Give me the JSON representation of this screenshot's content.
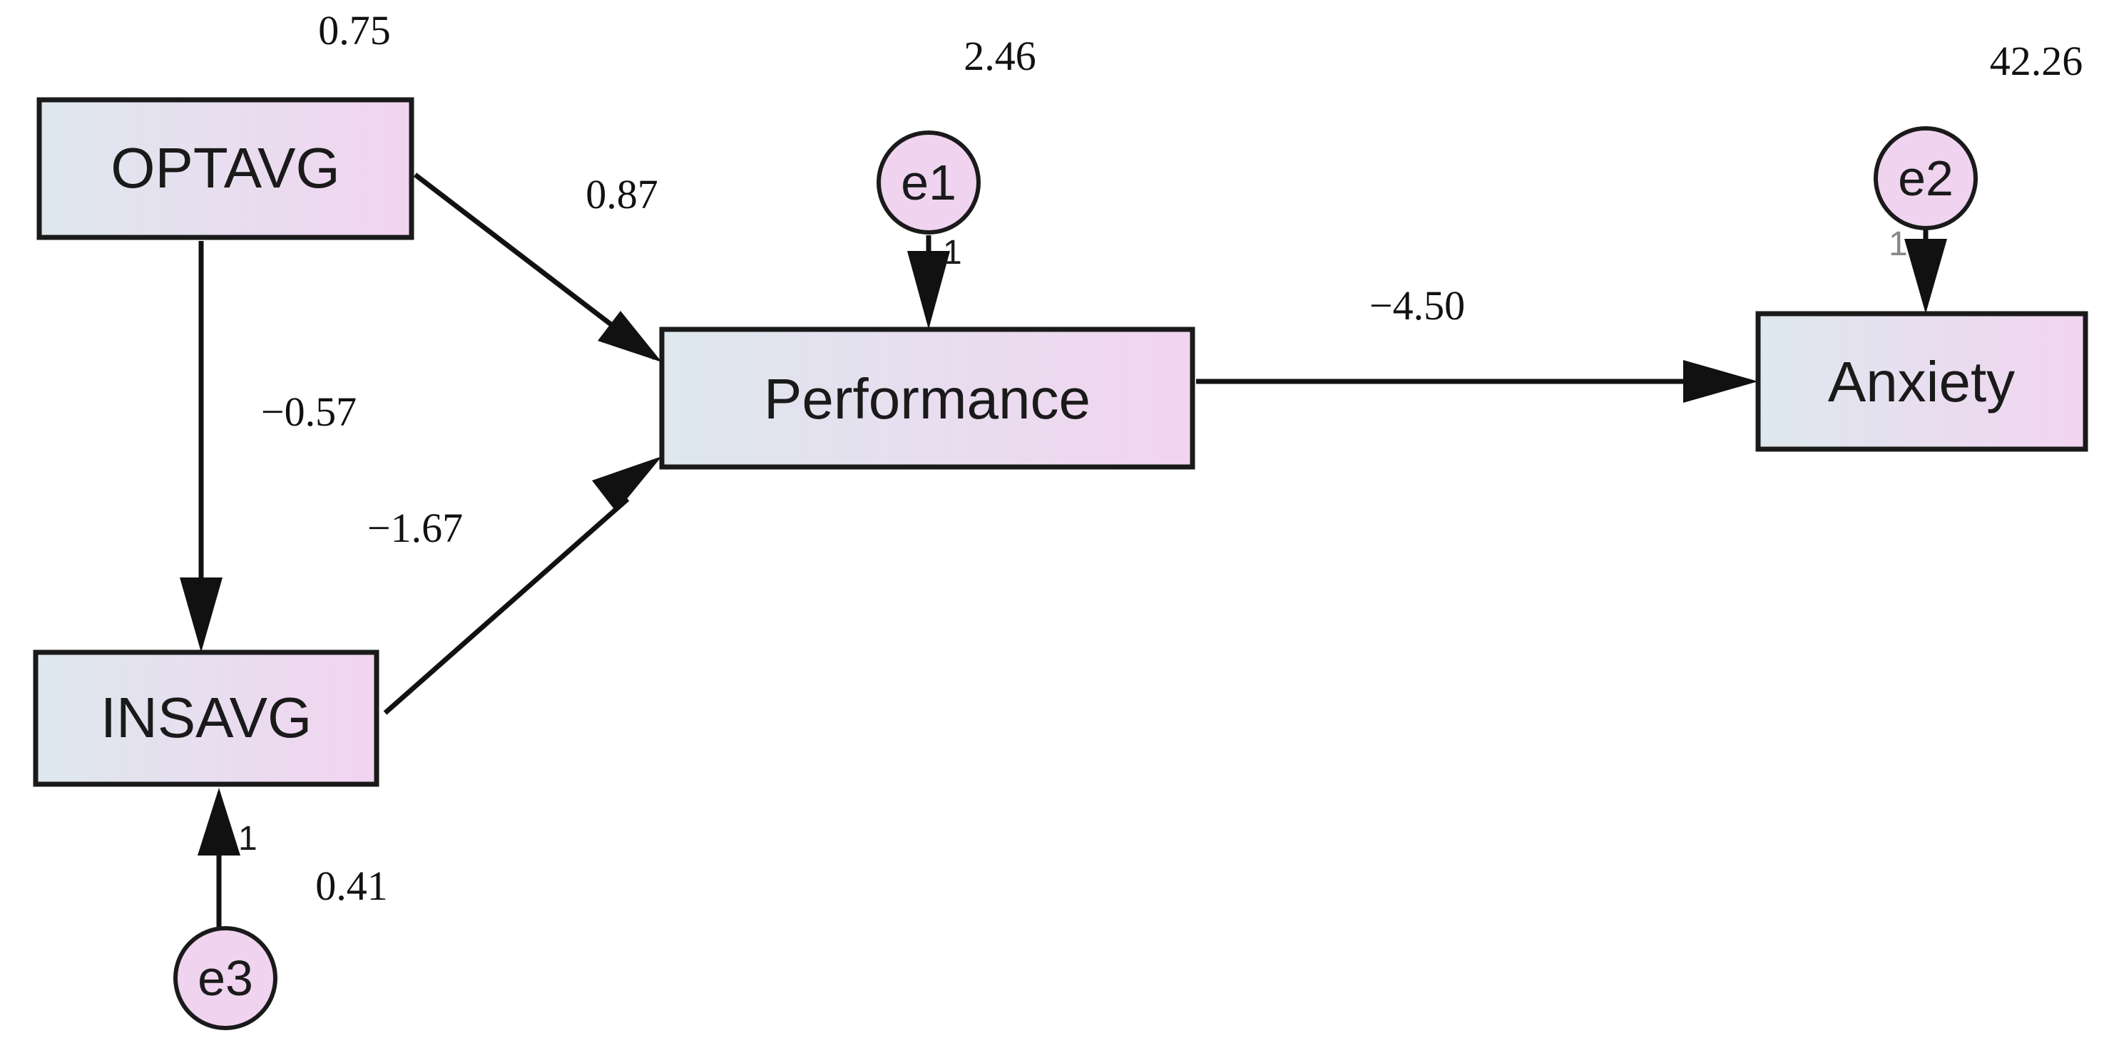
{
  "nodes": {
    "optavg": "OPTAVG",
    "insavg": "INSAVG",
    "performance": "Performance",
    "anxiety": "Anxiety"
  },
  "errors": {
    "e1": "e1",
    "e2": "e2",
    "e3": "e3"
  },
  "variances": {
    "optavg": "0.75",
    "insavg": "0.41",
    "performance": "2.46",
    "anxiety": "42.26"
  },
  "paths": {
    "optavg_to_performance": "0.87",
    "optavg_to_insavg": "−0.57",
    "insavg_to_performance": "−1.67",
    "performance_to_anxiety": "−4.50"
  },
  "error_loadings": {
    "e1": "1",
    "e2": "1",
    "e3": "1"
  },
  "colors": {
    "box_left": "#dde8ee",
    "box_right": "#f2d4f0",
    "error_fill": "#efd3ef",
    "stroke": "#1a1a1a"
  }
}
